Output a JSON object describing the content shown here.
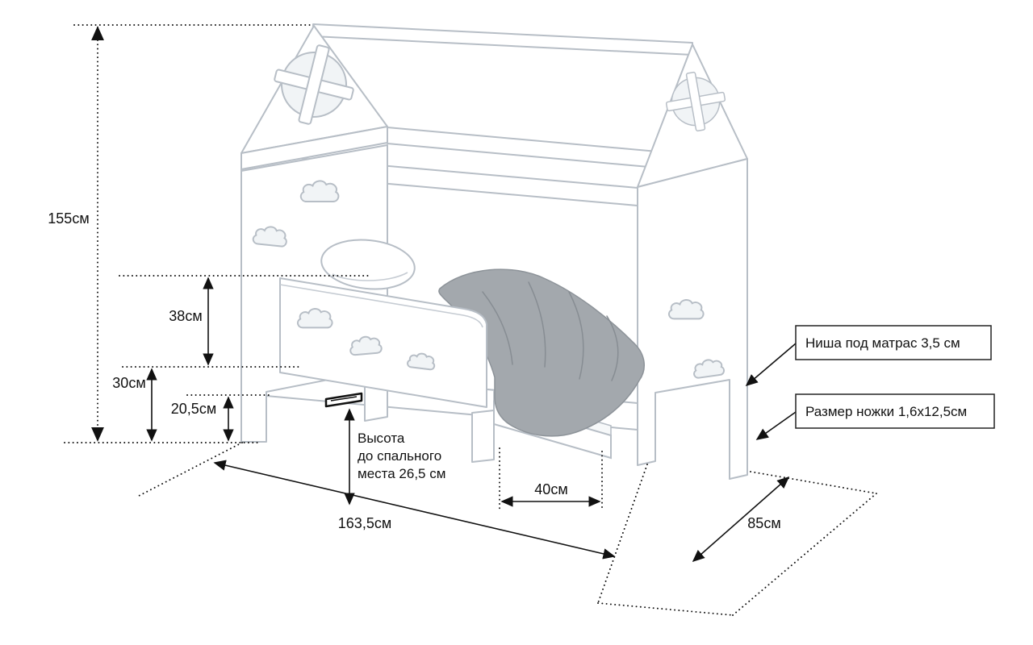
{
  "diagram": {
    "dim_labels": {
      "height_total": "155см",
      "rail_height": "38см",
      "frame_height": "30см",
      "clearance": "20,5см",
      "opening": "40см",
      "length": "163,5см",
      "width": "85см"
    },
    "note_lines": [
      "Высота",
      "до спального",
      "места 26,5 см"
    ],
    "callouts": {
      "mattress_niche": "Ниша под матрас 3,5 см",
      "leg_size": "Размер ножки 1,6х12,5см"
    },
    "colors": {
      "outline": "#b7bec6",
      "dim_line": "#111111",
      "blanket": "#a3a8ad",
      "cutout_shade": "#f1f4f6",
      "background": "#ffffff"
    }
  }
}
